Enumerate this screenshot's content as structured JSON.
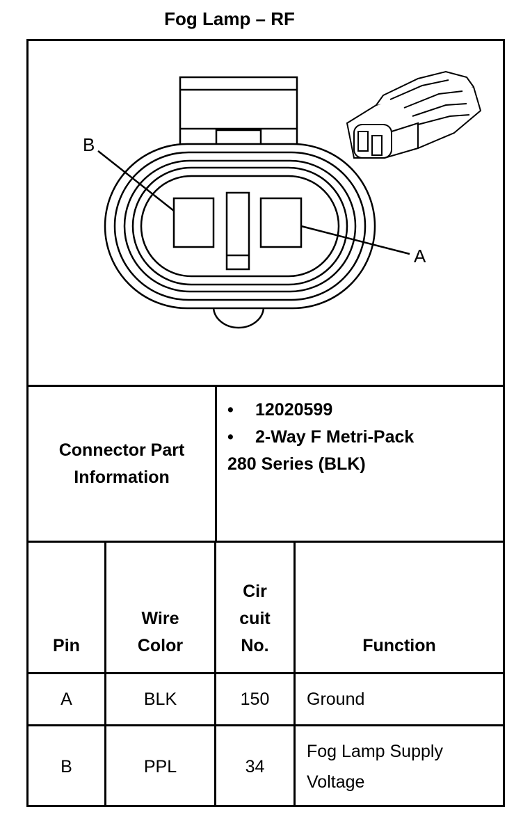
{
  "title": "Fog Lamp – RF",
  "diagram": {
    "label_b": "B",
    "label_a": "A"
  },
  "connector_info": {
    "label_line1": "Connector Part",
    "label_line2": "Information",
    "bullet_char": "•",
    "part_number": "12020599",
    "description_line1": "2-Way F Metri-Pack",
    "description_line2": "280 Series (BLK)"
  },
  "table": {
    "headers": {
      "pin": "Pin",
      "wire_color_line1": "Wire",
      "wire_color_line2": "Color",
      "circuit_line1": "Cir",
      "circuit_line2": "cuit",
      "circuit_line3": "No.",
      "function": "Function"
    },
    "rows": [
      {
        "pin": "A",
        "wire_color": "BLK",
        "circuit": "150",
        "function_line1": "Ground",
        "function_line2": ""
      },
      {
        "pin": "B",
        "wire_color": "PPL",
        "circuit": "34",
        "function_line1": "Fog Lamp Supply",
        "function_line2": "Voltage"
      }
    ]
  }
}
